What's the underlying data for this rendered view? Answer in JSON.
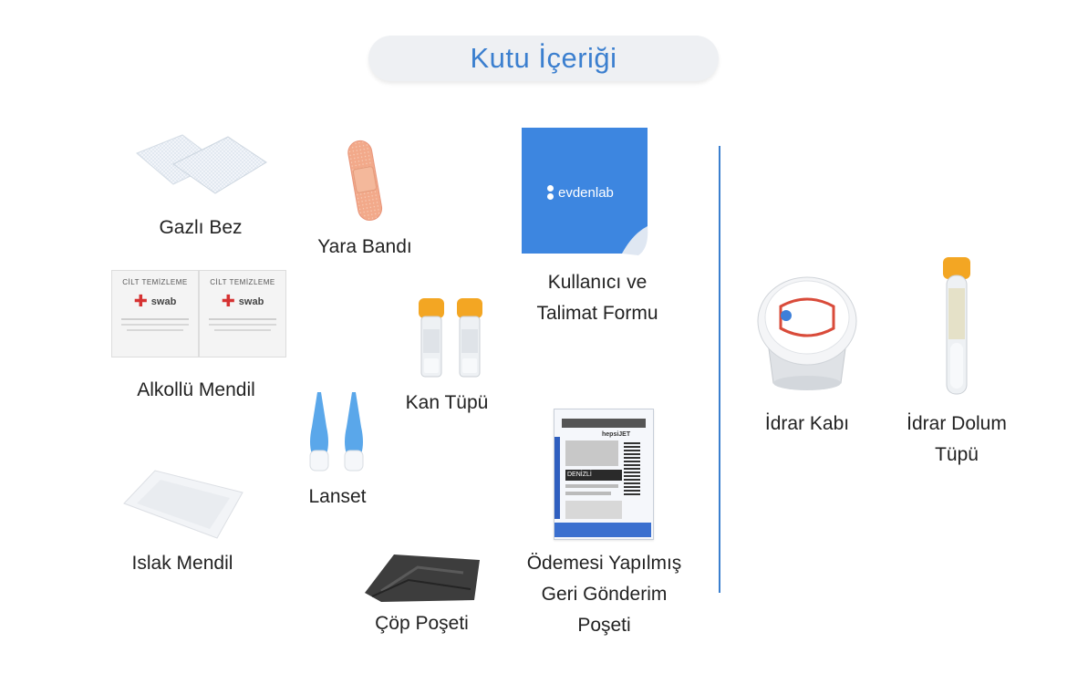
{
  "title": "Kutu İçeriği",
  "brand": {
    "form_logo_text": "evdenlab"
  },
  "colors": {
    "accent": "#3b7fcf",
    "form_blue": "#3d86e0"
  },
  "items": {
    "gauze": "Gazlı Bez",
    "bandage": "Yara Bandı",
    "form_line1": "Kullanıcı ve",
    "form_line2": "Talimat Formu",
    "alcohol_wipe": "Alkollü Mendil",
    "blood_tube": "Kan Tüpü",
    "lancet": "Lanset",
    "wet_wipe": "Islak Mendil",
    "trash_bag": "Çöp Poşeti",
    "return_bag_line1": "Ödemesi Yapılmış",
    "return_bag_line2": "Geri Gönderim",
    "return_bag_line3": "Poşeti",
    "urine_cup": "İdrar Kabı",
    "urine_tube_line1": "İdrar Dolum",
    "urine_tube_line2": "Tüpü"
  },
  "wipe_pack": {
    "heading": "CİLT TEMİZLEME",
    "brand": "swab"
  },
  "cargo_label": {
    "city": "DENİZLİ",
    "carrier": "hepsiJET"
  }
}
